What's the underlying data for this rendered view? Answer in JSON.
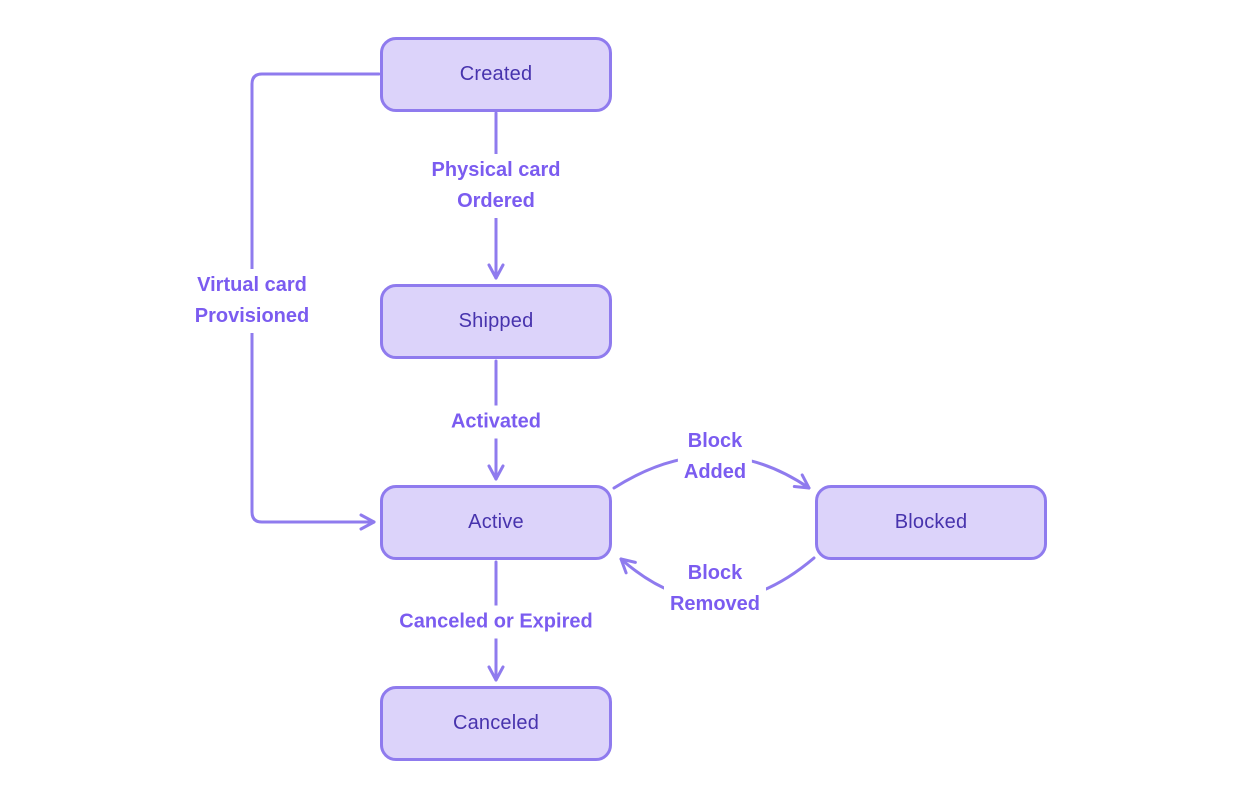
{
  "diagram": {
    "type": "state-diagram",
    "nodes": [
      {
        "id": "created",
        "label": "Created"
      },
      {
        "id": "shipped",
        "label": "Shipped"
      },
      {
        "id": "active",
        "label": "Active"
      },
      {
        "id": "blocked",
        "label": "Blocked"
      },
      {
        "id": "canceled",
        "label": "Canceled"
      }
    ],
    "edges": [
      {
        "from": "created",
        "to": "shipped",
        "label_lines": [
          "Physical card",
          "Ordered"
        ]
      },
      {
        "from": "created",
        "to": "active",
        "label_lines": [
          "Virtual card",
          "Provisioned"
        ]
      },
      {
        "from": "shipped",
        "to": "active",
        "label_lines": [
          "Activated"
        ]
      },
      {
        "from": "active",
        "to": "blocked",
        "label_lines": [
          "Block",
          "Added"
        ]
      },
      {
        "from": "blocked",
        "to": "active",
        "label_lines": [
          "Block",
          "Removed"
        ]
      },
      {
        "from": "active",
        "to": "canceled",
        "label_lines": [
          "Canceled or Expired"
        ]
      }
    ],
    "colors": {
      "node_fill": "#dcd3fa",
      "node_border": "#8f7bee",
      "node_text": "#4733ad",
      "edge_line": "#8f7bee",
      "edge_label_text": "#7b5cf0",
      "canvas_bg": "#ffffff"
    }
  }
}
